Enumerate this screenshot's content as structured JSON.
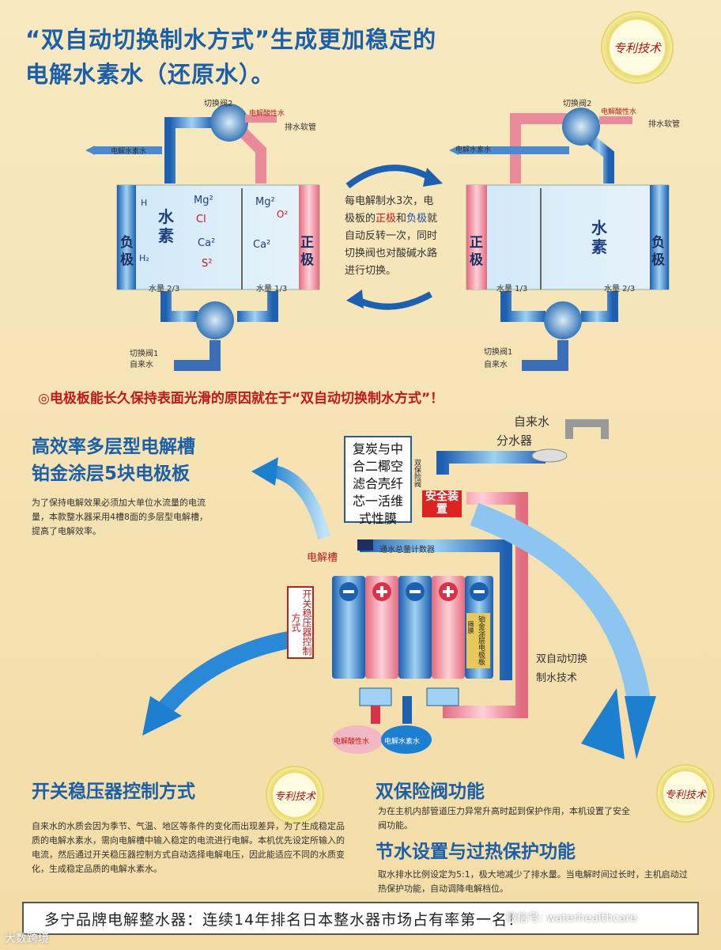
{
  "header": {
    "title_line1": "“双自动切换制水方式”生成更加稳定的",
    "title_line2": "电解水素水（还原水）。"
  },
  "badges": {
    "patent": "专利技术"
  },
  "diagram_left": {
    "valve2": "切换阀2",
    "acid_water": "电解酸性水",
    "drain": "排水软管",
    "hydrogen_water": "电解水素水",
    "hydrogen": "水素",
    "negative": "负极",
    "positive": "正极",
    "plus": "+",
    "minus": "—",
    "volume_left": "水量 2/3",
    "volume_right": "水量 1/3",
    "valve1": "切换阀1",
    "tap_water": "自来水",
    "ions": [
      "Mg²",
      "Mg²",
      "Cl",
      "Ca²",
      "Ca²",
      "S²",
      "O²",
      "H",
      "H₂"
    ]
  },
  "diagram_right": {
    "valve2": "切换阀2",
    "acid_water": "电解酸性水",
    "drain": "排水软管",
    "hydrogen_water": "电解水素水",
    "hydrogen": "水素",
    "negative": "负极",
    "positive": "正极",
    "plus": "+",
    "minus": "—",
    "volume_left": "水量 1/3",
    "volume_right": "水量 2/3",
    "valve1": "切换阀1",
    "tap_water": "自来水"
  },
  "middle_note": {
    "p1": "每电解制水3次，电极板的",
    "pos": "正极",
    "p2": "和",
    "neg": "负极",
    "p3": "就自动反转一次，同时切换阀也对酸碱水路进行切换。"
  },
  "red_statement": "◎电极板能长久保持表面光滑的原因就在于“双自动切换制水方式”！",
  "lower": {
    "tap": "自来水",
    "splitter": "分水器",
    "filter": "复炭与中合二椰空滤合壳纤芯一活维式性膜",
    "dual_valve": "双保险阀",
    "safety": "安全装置",
    "flow_counter": "通水总量计数器",
    "cell_label": "电解槽",
    "switch_box": "开关稳压器控制方式",
    "platinum": "铂金涂层电极板",
    "membrane": "隔膜",
    "dual_switch_l1": "双自动切换",
    "dual_switch_l2": "制水技术",
    "acid_out": "电解酸性水",
    "hydrogen_out": "电解水素水"
  },
  "sections": {
    "s1_title_l1": "高效率多层型电解槽",
    "s1_title_l2": "铂金涂层5块电极板",
    "s1_body": "为了保持电解效果必须加大单位水流量的电流量，本款整水器采用4槽8面的多层型电解槽，提高了电解效率。",
    "s2_title": "开关稳压器控制方式",
    "s2_body": "自来水的水质会因为季节、气温、地区等条件的变化而出现差异，为了生成稳定品质的电解水素水，需向电解槽中输入稳定的电流进行电解。本机优先设定所输入的电流，然后通过开关稳压器控制方式自动选择电解电压，因此能适应不同的水质变化，生成稳定品质的电解水素水。",
    "s3_title": "双保险阀功能",
    "s3_body": "为在主机内部管道压力异常升高时起到保护作用，本机设置了安全阀功能。",
    "s4_title": "节水设置与过热保护功能",
    "s4_body": "取水排水比例设定为5:1，极大地减少了排水量。当电解时间过长时，主机启动过热保护功能，自动调降电解档位。"
  },
  "footer": {
    "text": "多宁品牌电解整水器：连续14年排名日本整水器市场占有率第一名！"
  },
  "watermarks": {
    "left": "大数跨境",
    "right": "微信号: waterhealthcare"
  },
  "colors": {
    "title_blue": "#1a5fa8",
    "red": "#c01818",
    "bg": "#f6e3b4"
  }
}
